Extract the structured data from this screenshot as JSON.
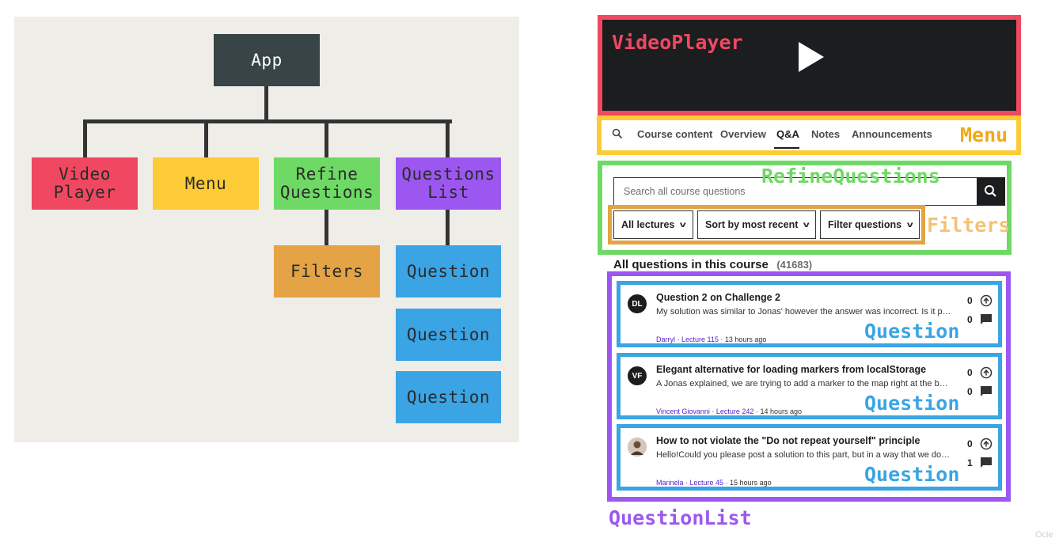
{
  "tree": {
    "root": "App",
    "children": [
      "Video\nPlayer",
      "Menu",
      "Refine\nQuestions",
      "Questions\nList"
    ],
    "refine_child": "Filters",
    "list_children": [
      "Question",
      "Question",
      "Question"
    ],
    "colors": {
      "background": "#efede8",
      "app": "#384445",
      "video_player": "#f04860",
      "menu": "#fccb35",
      "refine_questions": "#6ed964",
      "questions_list": "#9c57f0",
      "filters": "#e4a344",
      "question": "#3aa4e4"
    }
  },
  "ui": {
    "video_label": "VideoPlayer",
    "menu": {
      "label": "Menu",
      "search_icon": "search-icon",
      "tabs": [
        "Course content",
        "Overview",
        "Q&A",
        "Notes",
        "Announcements"
      ],
      "active_tab": "Q&A"
    },
    "refine": {
      "label": "RefineQuestions",
      "search_placeholder": "Search all course questions",
      "filters_label": "Filters",
      "selects": [
        "All lectures",
        "Sort by most recent",
        "Filter questions"
      ]
    },
    "list": {
      "heading": "All questions in this course",
      "count": "(41683)",
      "label": "QuestionList",
      "question_label": "Question",
      "questions": [
        {
          "initials": "DL",
          "title": "Question 2 on Challenge 2",
          "snippet": "My solution was similar to Jonas' however the answer was incorrect. Is it possible to see what went wrong?",
          "author": "Darryl",
          "lecture": "Lecture 115",
          "time": "13 hours ago",
          "upvotes": "0",
          "replies": "0"
        },
        {
          "initials": "VF",
          "title": "Elegant alternative for loading markers from localStorage",
          "snippet": "A Jonas explained, we are trying to add a marker to the map right at the beginning when loading",
          "author": "Vincent Giovanni",
          "lecture": "Lecture 242",
          "time": "14 hours ago",
          "upvotes": "0",
          "replies": "0"
        },
        {
          "initials": "",
          "title": "How to not violate the \"Do not repeat yourself\" principle",
          "snippet": "Hello!Could you please post a solution to this part, but in a way that we do not repeat ourselves",
          "author": "Marinela",
          "lecture": "Lecture 45",
          "time": "15 hours ago",
          "upvotes": "0",
          "replies": "1"
        }
      ]
    },
    "colors": {
      "video_border": "#f04860",
      "menu_border": "#fccb35",
      "refine_border": "#6ed964",
      "filters_border": "#e4a344",
      "list_border": "#9c57f0",
      "question_border": "#3aa4e4",
      "label_video": "#f04860",
      "label_menu": "#f0a81c",
      "label_refine": "#6ed964",
      "label_filters": "#f3c275",
      "label_list": "#9c57f0"
    }
  },
  "watermark": "Ócie"
}
